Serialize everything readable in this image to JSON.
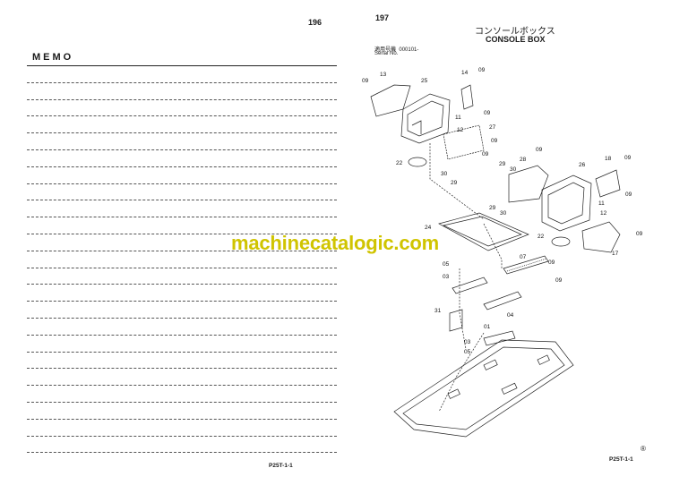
{
  "left_page": {
    "page_number": "196",
    "memo_title": "MEMO",
    "footer_code": "P25T-1-1"
  },
  "right_page": {
    "page_number": "197",
    "title_jp": "コンソールボックス",
    "title_en": "CONSOLE BOX",
    "serial_label_jp": "適用号機",
    "serial_value": "000101-",
    "serial_label_en": "Serial No.",
    "footer_code": "P25T-1-1",
    "registered_mark": "®"
  },
  "watermark": "machinecatalogic.com",
  "diagram": {
    "part_labels": [
      "13",
      "09",
      "25",
      "14",
      "09",
      "11",
      "12",
      "09",
      "27",
      "09",
      "22",
      "30",
      "29",
      "09",
      "28",
      "09",
      "29",
      "30",
      "29",
      "30",
      "26",
      "18",
      "09",
      "24",
      "11",
      "12",
      "09",
      "22",
      "17",
      "09",
      "07",
      "05",
      "09",
      "03",
      "09",
      "04",
      "31",
      "03",
      "05",
      "01"
    ]
  }
}
